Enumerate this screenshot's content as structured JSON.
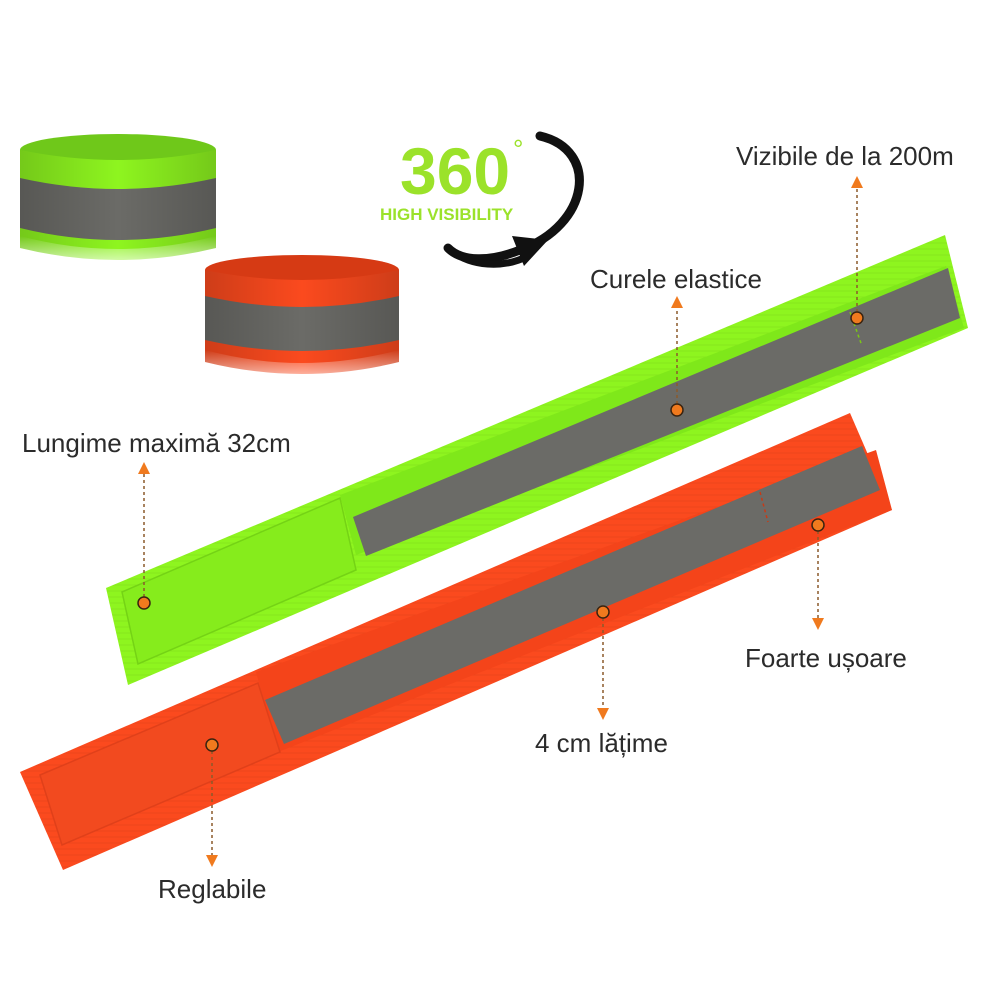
{
  "badge": {
    "number": "360",
    "degree": "°",
    "caption": "HIGH VISIBILITY"
  },
  "callouts": {
    "visible_distance": "Vizibile de la 200m",
    "elastic_straps": "Curele elastice",
    "max_length": "Lungime maximă 32cm",
    "very_light": "Foarte ușoare",
    "width": "4 cm lățime",
    "adjustable": "Reglabile"
  },
  "colors": {
    "neon_green": "#8ef51f",
    "neon_orange": "#fb4a1e",
    "reflective_gray": "#6b6b67",
    "badge_green": "#9be22a",
    "arrow_black": "#111111",
    "callout_dot": "#f07a1e",
    "callout_line": "#8b5a2b"
  }
}
